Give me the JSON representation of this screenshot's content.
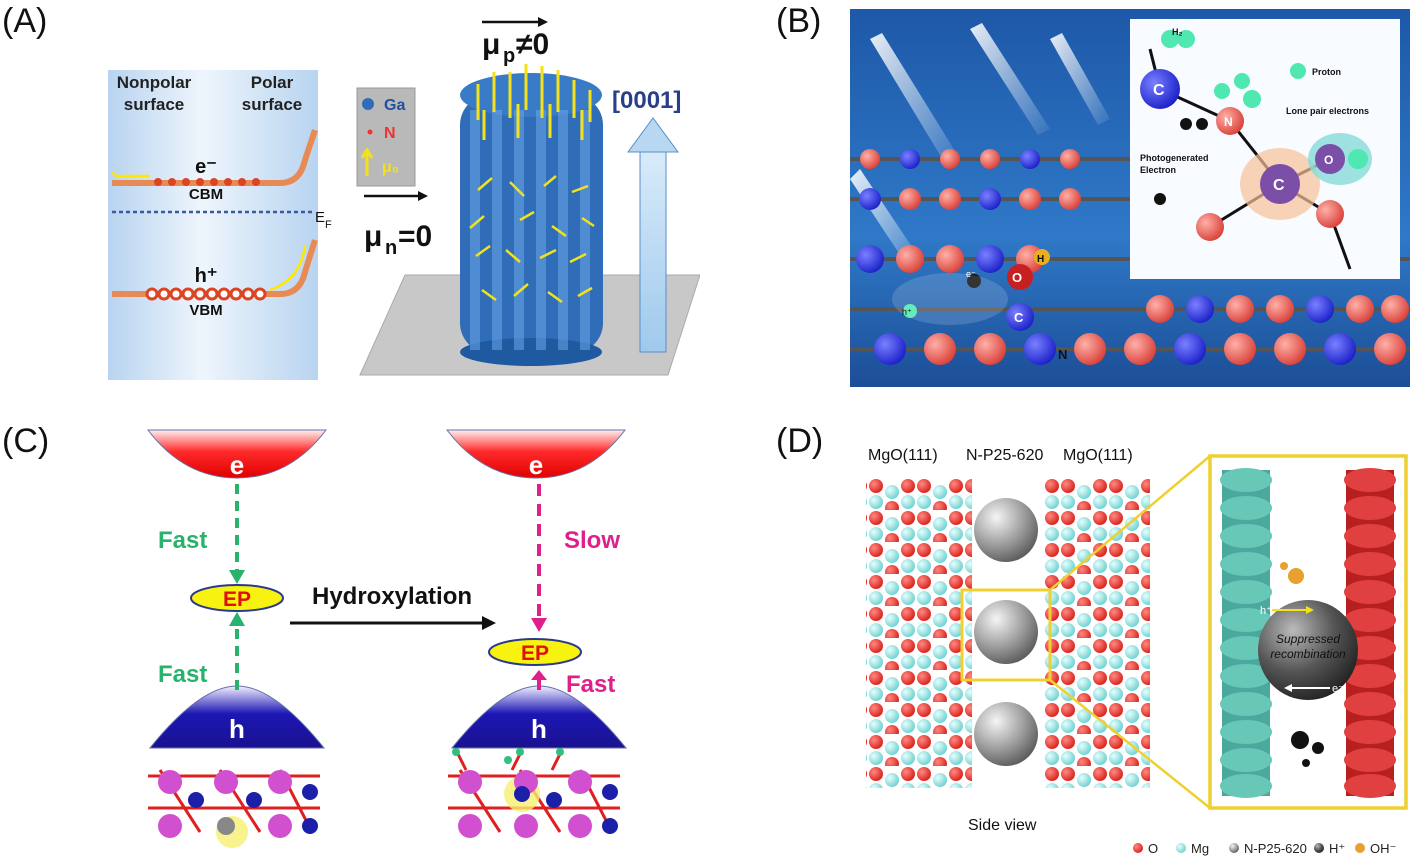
{
  "panels": {
    "a": {
      "label": "(A)",
      "nonpolar": "Nonpolar",
      "nonpolar2": "surface",
      "polar": "Polar",
      "polar2": "surface",
      "electron": "e⁻",
      "cbm": "CBM",
      "ef": "E",
      "ef_sub": "F",
      "hole": "h⁺",
      "vbm": "VBM",
      "legend_ga": "Ga",
      "legend_n": "N",
      "legend_mu0": "μ₀",
      "mu_n": "μ",
      "mu_n_sub": "n",
      "mu_n_val": "=0",
      "mu_p": "μ",
      "mu_p_sub": "p",
      "mu_p_val": "≠0",
      "direction": "[0001]"
    },
    "b": {
      "label": "(B)",
      "h2": "H₂",
      "proton": "Proton",
      "lone_pair": "Lone pair electrons",
      "photogen": "Photogenerated",
      "photogen2": "Electron",
      "atom_c": "C",
      "atom_n": "N",
      "atom_o": "O",
      "atom_h": "H",
      "e_label": "e⁻",
      "h_label": "h⁺"
    },
    "c": {
      "label": "(C)",
      "e": "e",
      "h": "h",
      "ep": "EP",
      "fast": "Fast",
      "slow": "Slow",
      "hydroxylation": "Hydroxylation"
    },
    "d": {
      "label": "(D)",
      "mgo_left": "MgO(111)",
      "np25": "N-P25-620",
      "mgo_right": "MgO(111)",
      "side_view": "Side view",
      "suppressed": "Suppressed",
      "recombination": "recombination",
      "h_plus": "h⁺",
      "e_minus": "e⁻",
      "legend_o": "O",
      "legend_mg": "Mg",
      "legend_np": "N-P25-620",
      "legend_h": "H⁺",
      "legend_oh": "OH⁻"
    }
  },
  "colors": {
    "ga_blue": "#2f6db8",
    "n_red": "#e33",
    "arrow_yellow": "#f3e21a",
    "fast_green": "#27b36b",
    "slow_magenta": "#e0208a",
    "ep_yellow": "#f7f210",
    "o_red": "#e0302a",
    "mg_cyan": "#8fe0e0",
    "frame_yellow": "#f0d030"
  }
}
